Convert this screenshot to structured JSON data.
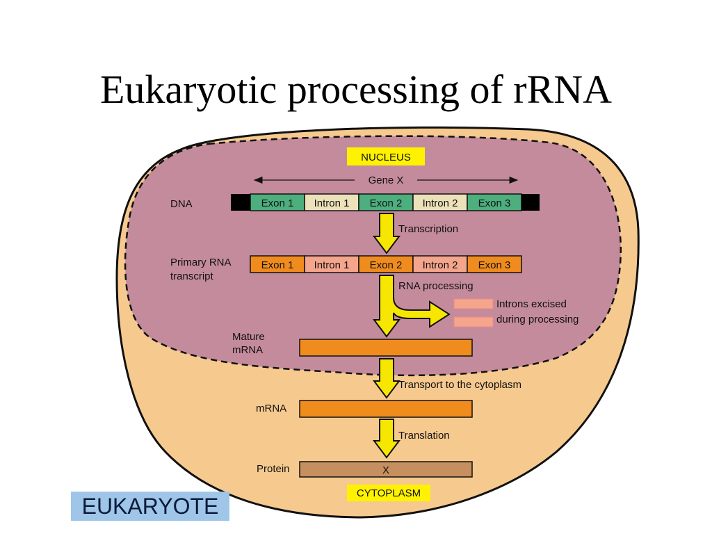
{
  "title": "Eukaryotic processing of rRNA",
  "compartments": {
    "nucleus": "NUCLEUS",
    "cytoplasm": "CYTOPLASM"
  },
  "gene_label": "Gene X",
  "dna": {
    "label": "DNA",
    "segments": [
      "Exon 1",
      "Intron 1",
      "Exon 2",
      "Intron 2",
      "Exon 3"
    ]
  },
  "primary_transcript": {
    "label_line1": "Primary RNA",
    "label_line2": "transcript",
    "segments": [
      "Exon 1",
      "Intron 1",
      "Exon 2",
      "Intron 2",
      "Exon 3"
    ]
  },
  "steps": {
    "transcription": "Transcription",
    "rna_processing": "RNA processing",
    "transport": "Transport to the cytoplasm",
    "translation": "Translation"
  },
  "introns_excised": {
    "line1": "Introns excised",
    "line2": "during processing"
  },
  "mature_mrna": {
    "label_line1": "Mature",
    "label_line2": "mRNA"
  },
  "mrna": {
    "label": "mRNA"
  },
  "protein": {
    "label": "Protein",
    "name": "X"
  },
  "organism_label": "EUKARYOTE",
  "colors": {
    "cell_fill": "#f6c98e",
    "nucleus_fill": "#c48b9c",
    "exon_dna": "#4caf7d",
    "intron_dna": "#ece1b8",
    "exon_rna": "#f08c1e",
    "intron_rna": "#f4a58c",
    "protein": "#c58f5f",
    "arrow": "#f7e600",
    "tag": "#fff200"
  }
}
